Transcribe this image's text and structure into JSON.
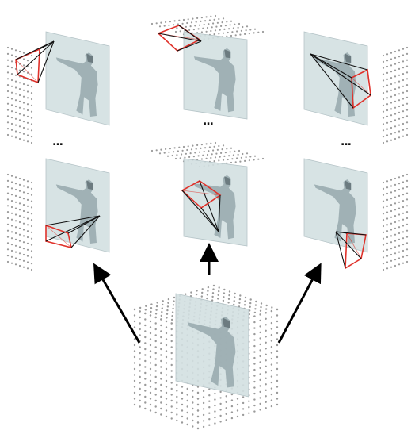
{
  "figure": {
    "description_free": true,
    "ellipses": [
      "...",
      "...",
      "...",
      "..."
    ],
    "colors": {
      "grid_dot": "#9a9a9a",
      "plane_fill": "#d3e0e2",
      "plane_edge": "#aebec2",
      "silhouette": "#96a8ad",
      "silhouette_dark": "#5f6e73",
      "camera_box": "#e0322b",
      "frustum_line": "#111111",
      "arrow": "#000000"
    },
    "panels": [
      {
        "id": "cube",
        "camera": "none"
      },
      {
        "id": "top-left",
        "camera": "left-face"
      },
      {
        "id": "top-center",
        "camera": "top-face"
      },
      {
        "id": "top-right",
        "camera": "right-face"
      },
      {
        "id": "mid-left",
        "camera": "left-face-low"
      },
      {
        "id": "mid-center",
        "camera": "front-face"
      },
      {
        "id": "mid-right",
        "camera": "right-face-low"
      }
    ],
    "arrows": [
      "to-mid-left",
      "to-mid-center",
      "to-mid-right"
    ]
  }
}
